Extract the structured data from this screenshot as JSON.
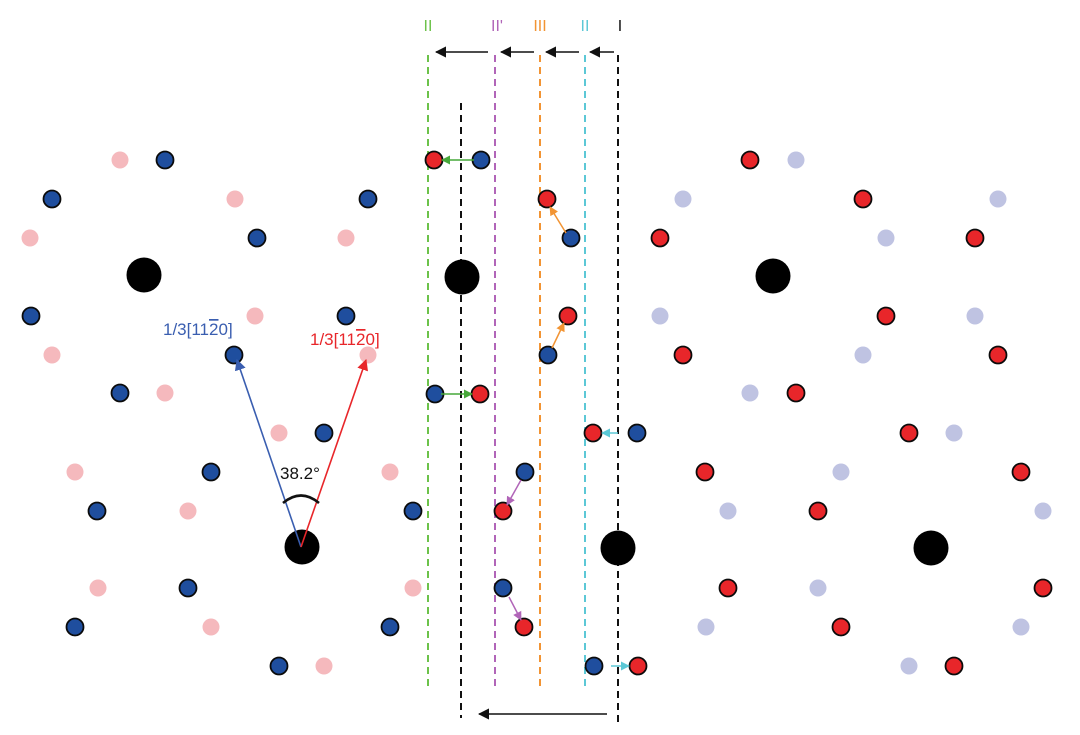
{
  "labels": {
    "boundary_II_green": "II",
    "boundary_IIprime": "II'",
    "boundary_III": "III",
    "boundary_II_cyan": "II",
    "boundary_I": "I",
    "vector_blue": "1/3[11",
    "vector_red": "1/3[11",
    "vector_bar_digit": "2",
    "vector_tail": "0]",
    "angle": "38.2°"
  },
  "colors": {
    "green": "#6cc24a",
    "purple": "#b165b8",
    "orange": "#f29433",
    "cyan": "#5cc8d6",
    "black": "#111111",
    "atom_blue": "#1f4e9e",
    "atom_red": "#e8262a",
    "faint_blue": "#bfc3e2",
    "faint_red": "#f5b9bd",
    "vector_blue": "#3a5eb0",
    "vector_red": "#e8262a"
  },
  "legend": [
    {
      "text_key": "boundary_II_green",
      "color": "green"
    },
    {
      "text_key": "boundary_IIprime",
      "color": "purple"
    },
    {
      "text_key": "boundary_III",
      "color": "orange"
    },
    {
      "text_key": "boundary_II_cyan",
      "color": "cyan"
    },
    {
      "text_key": "boundary_I",
      "color": "black"
    }
  ]
}
